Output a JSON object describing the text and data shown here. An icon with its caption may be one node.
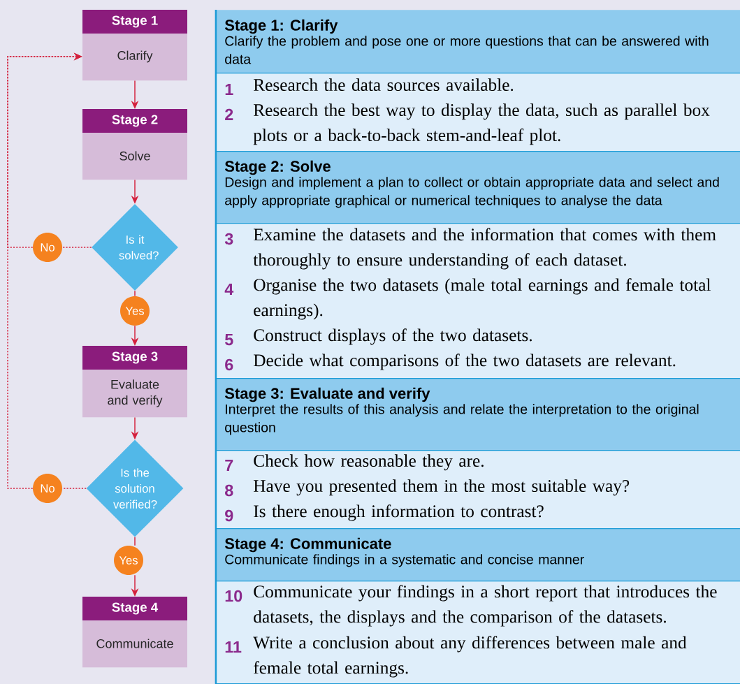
{
  "diagram": {
    "nodes": [
      {
        "text": [
          "Stage 1",
          "Clarify"
        ]
      },
      {
        "text": [
          "Stage 2",
          "Solve"
        ]
      },
      {
        "text": [
          "Is it solved?"
        ]
      },
      {
        "text": [
          "No"
        ]
      },
      {
        "text": [
          "Yes"
        ]
      },
      {
        "text": [
          "Stage 3",
          "Evaluate and verify"
        ]
      },
      {
        "text": [
          "Is the solution verified?"
        ]
      },
      {
        "text": [
          "No"
        ]
      },
      {
        "text": [
          "Yes"
        ]
      },
      {
        "text": [
          "Stage 4",
          "Communicate"
        ]
      },
      {
        "text": [
          "Stage 1: Clarify",
          "Clarify the problem and pose one or more questions that can be answered with data"
        ]
      },
      {
        "text": [
          "1",
          "Research the data sources available.",
          "2",
          "Research the best way to display the data, such as parallel box plots or a back-to-back stem-and-leaf plot."
        ]
      },
      {
        "text": [
          "Stage 2: Solve",
          "Design and implement a plan to collect or obtain appropriate data and select and apply appropriate graphical or numerical techniques to analyse the data"
        ]
      },
      {
        "text": [
          "3",
          "Examine the datasets and the information that comes with them thoroughly to ensure understanding of each dataset.",
          "4",
          "Organise the two datasets (male total earnings and female total earnings).",
          "5",
          "Construct displays of the two datasets.",
          "6",
          "Decide what comparisons of the two datasets are relevant."
        ]
      },
      {
        "text": [
          "Stage 3: Evaluate and verify",
          "Interpret the results of this analysis and relate the interpretation to the original question"
        ]
      },
      {
        "text": [
          "7",
          "Check how reasonable they are.",
          "8",
          "Have you presented them in the most suitable way?",
          "9",
          "Is there enough information to contrast?"
        ]
      },
      {
        "text": [
          "Stage 4: Communicate",
          "Communicate findings in a systematic and concise manner"
        ]
      },
      {
        "text": [
          "10",
          "Communicate your findings in a short report that introduces the datasets, the displays and the comparison of the datasets.",
          "11",
          "Write a conclusion about any differences between male and female total earnings."
        ]
      }
    ],
    "edges": [
      {
        "from": 0,
        "to": 1,
        "arrow": "to"
      },
      {
        "from": 1,
        "to": 2,
        "arrow": "to"
      },
      {
        "from": 2,
        "to": 3,
        "arrow": "none",
        "style": "dashed"
      },
      {
        "from": 3,
        "to": 0,
        "arrow": "to",
        "style": "dashed"
      },
      {
        "from": 2,
        "to": 4,
        "arrow": "none"
      },
      {
        "from": 4,
        "to": 5,
        "arrow": "to"
      },
      {
        "from": 5,
        "to": 6,
        "arrow": "to"
      },
      {
        "from": 6,
        "to": 7,
        "arrow": "none",
        "style": "dashed"
      },
      {
        "from": 7,
        "to": 0,
        "arrow": "to",
        "style": "dashed"
      },
      {
        "from": 6,
        "to": 8,
        "arrow": "none"
      },
      {
        "from": 8,
        "to": 9,
        "arrow": "to"
      }
    ]
  }
}
